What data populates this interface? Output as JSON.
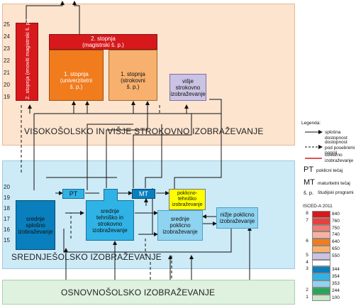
{
  "zones": {
    "higher": "VISOKOŠOLSKO IN VIŠJE STROKOVNO IZOBRAŽEVANJE",
    "secondary": "SREDNJEŠOLSKO IZOBRAŽEVANJE",
    "primary": "OSNOVNOŠOLSKO IZOBRAŽEVANJE"
  },
  "higher_axis": [
    "25",
    "24",
    "23",
    "22",
    "21",
    "20",
    "19"
  ],
  "secondary_axis": [
    "20",
    "19",
    "18",
    "17",
    "16",
    "15"
  ],
  "higher_boxes": {
    "stopnja2": "2. stopnja\n(magistrski š. p.)",
    "enoviti": "2. stopnja (enoviti magistrski š. p.)",
    "univ": "1. stopnja\n(univerzitetni\nš. p.)",
    "strok": "1. stopnja\n(strokovni\nš. p.)",
    "visje": "višje\nstrokovno\nizobraževanje"
  },
  "secondary_boxes": {
    "pt": "PT",
    "mt": "MT",
    "splosno": "srednje\nsplošno\nizobraževanje",
    "tehnisko": "srednje\ntehniško in\nstrokovno\nizobraževanje",
    "poklicno": "srednje\npoklicno\nizobraževanje",
    "poklicnotehnisko": "poklicno-\ntehniško\nizobraževanje",
    "nizje": "nižje poklicno\nizobraževanje"
  },
  "legend": {
    "title": "Legenda:",
    "items": [
      "splošna dostopnost",
      "dostopnost pod posebnimi pogoji",
      "obvezno izobraževanje"
    ],
    "pt_symbol": "PT",
    "pt_text": "poklicni tečaj",
    "mt_symbol": "MT",
    "mt_text": "maturitetni tečaj",
    "sp_symbol": "š. p.",
    "sp_text": "študijski programi"
  },
  "isced": {
    "title": "ISCED-A 2011",
    "rows": [
      {
        "level": "8",
        "code": "840",
        "color": "#d7191c"
      },
      {
        "level": "7",
        "code": "760",
        "color": "#e8403f"
      },
      {
        "level": "",
        "code": "750",
        "color": "#f07c72"
      },
      {
        "level": "",
        "code": "740",
        "color": "#f7b2a6"
      },
      {
        "level": "6",
        "code": "640",
        "color": "#f07c1e"
      },
      {
        "level": "",
        "code": "650",
        "color": "#f7b06e"
      },
      {
        "level": "5",
        "code": "550",
        "color": "#cbc3e3"
      },
      {
        "level": "4",
        "code": "",
        "color": "#ffffff"
      },
      {
        "level": "3",
        "code": "344",
        "color": "#0a7fbd"
      },
      {
        "level": "",
        "code": "354",
        "color": "#2fb3e6"
      },
      {
        "level": "",
        "code": "353",
        "color": "#8ed3f0"
      },
      {
        "level": "2",
        "code": "244",
        "color": "#2aa55a"
      },
      {
        "level": "1",
        "code": "100",
        "color": "#c8e6c4"
      }
    ]
  },
  "colors": {
    "higher_bg": "#fce4cf",
    "secondary_bg": "#cdeaf7",
    "primary_bg": "#dff1df",
    "red": "#d7191c",
    "orange": "#f07c1e",
    "light_orange": "#f7b06e",
    "lavender": "#cbc3e3",
    "dark_blue": "#0a7fbd",
    "cyan": "#2fb3e6",
    "light_blue": "#8ed3f0",
    "yellow": "#ffff00"
  }
}
